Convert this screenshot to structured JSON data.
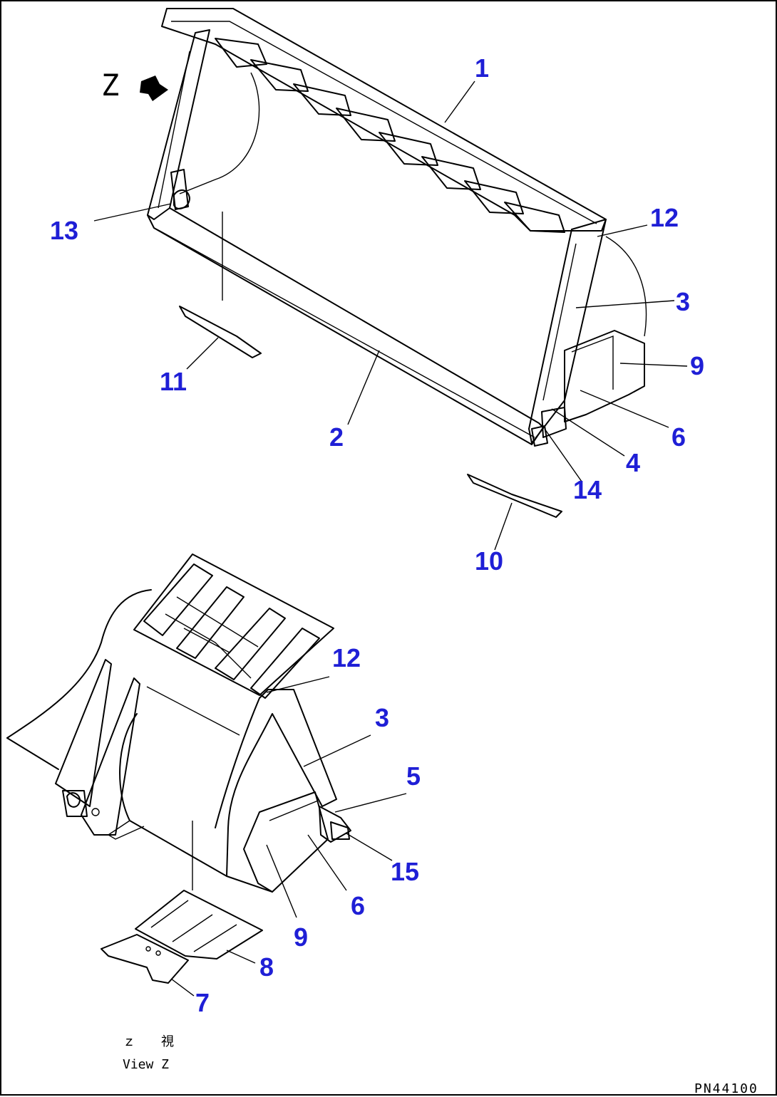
{
  "colors": {
    "callout": "#1f1fd6",
    "line": "#000000",
    "background": "#ffffff"
  },
  "view_marker": {
    "letter": "Z",
    "arrow_icon": "direction-arrow-icon"
  },
  "callouts": {
    "c1": "1",
    "c2": "2",
    "c3": "3",
    "c4": "4",
    "c5": "5",
    "c6": "6",
    "c7": "7",
    "c8": "8",
    "c9": "9",
    "c10": "10",
    "c11": "11",
    "c12": "12",
    "c13": "13",
    "c14": "14",
    "c15": "15",
    "c12b": "12",
    "c3b": "3",
    "c6b": "6",
    "c9b": "9"
  },
  "view_label": {
    "line1": "ｚ　　視",
    "line2": "View Z"
  },
  "drawing_code": "PN44100"
}
